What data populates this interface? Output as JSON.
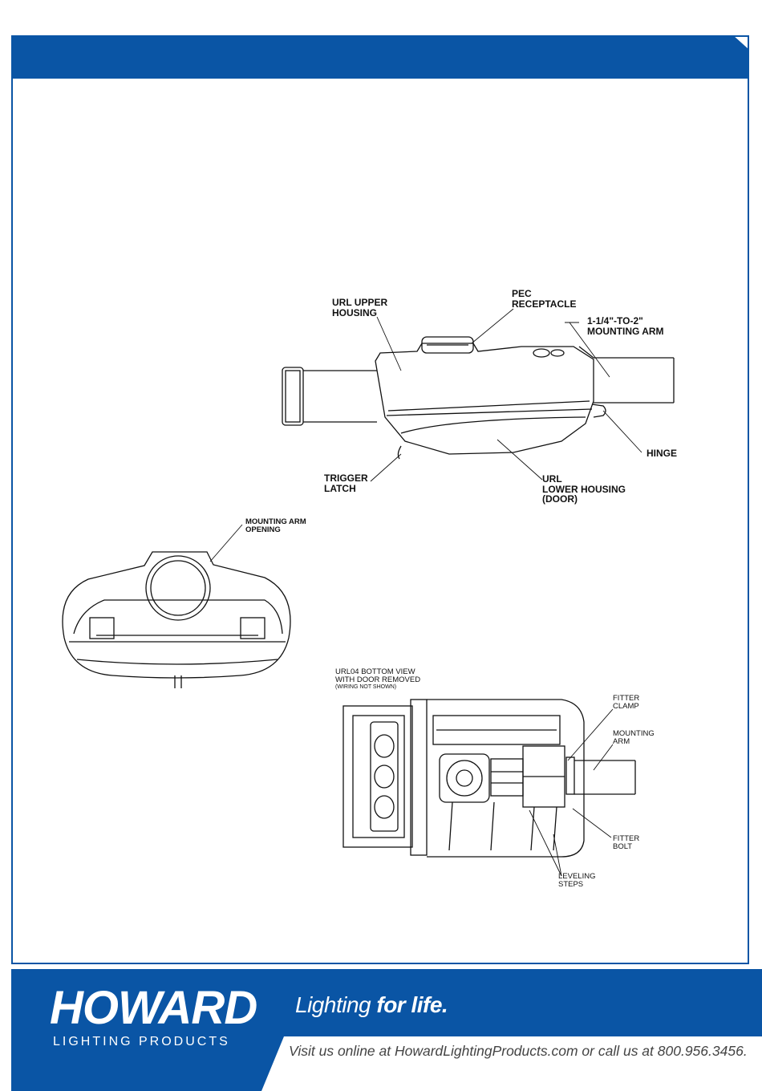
{
  "labels": {
    "upper_housing": [
      "URL UPPER",
      "HOUSING"
    ],
    "pec": [
      "PEC",
      "RECEPTACLE"
    ],
    "arm": [
      "1-1/4\"-TO-2\"",
      "MOUNTING ARM"
    ],
    "hinge": "HINGE",
    "trigger": [
      "TRIGGER",
      "LATCH"
    ],
    "lower_housing": [
      "URL",
      "LOWER HOUSING",
      "(DOOR)"
    ],
    "arm_opening": [
      "MOUNTING ARM",
      "OPENING"
    ],
    "bottom_view": [
      "URL04 BOTTOM VIEW",
      "WITH DOOR REMOVED",
      "(WIRING NOT SHOWN)"
    ],
    "fitter_clamp": [
      "FITTER",
      "CLAMP"
    ],
    "mounting_arm": [
      "MOUNTING",
      "ARM"
    ],
    "fitter_bolt": [
      "FITTER",
      "BOLT"
    ],
    "leveling": [
      "LEVELING",
      "STEPS"
    ]
  },
  "footer": {
    "brand": "HOWARD",
    "brand_sub": "LIGHTING PRODUCTS",
    "tagline_light": "Lighting ",
    "tagline_bold": "for life.",
    "contact": "Visit us online at HowardLightingProducts.com or call us at 800.956.3456."
  },
  "colors": {
    "brand_blue": "#0a55a5",
    "text_gray": "#444444"
  }
}
